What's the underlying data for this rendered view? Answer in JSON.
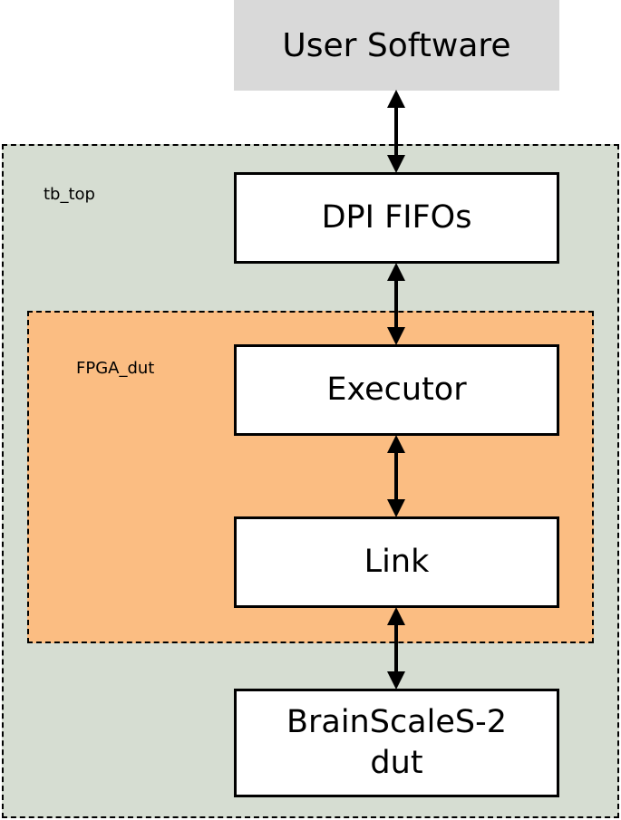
{
  "user_software": "User Software",
  "containers": {
    "tb_top": "tb_top",
    "fpga_dut": "FPGA_dut"
  },
  "blocks": {
    "dpi_fifos": "DPI FIFOs",
    "executor": "Executor",
    "link": "Link",
    "dut_line1": "BrainScaleS-2",
    "dut_line2": "dut"
  },
  "connections": [
    {
      "from": "User Software",
      "to": "DPI FIFOs",
      "direction": "bidirectional"
    },
    {
      "from": "DPI FIFOs",
      "to": "Executor",
      "direction": "bidirectional"
    },
    {
      "from": "Executor",
      "to": "Link",
      "direction": "bidirectional"
    },
    {
      "from": "Link",
      "to": "BrainScaleS-2 dut",
      "direction": "bidirectional"
    }
  ],
  "colors": {
    "tb_top_fill": "#d6ddd2",
    "fpga_dut_fill": "#fbbd82",
    "user_software_fill": "#d9d9d9",
    "block_fill": "#ffffff"
  }
}
